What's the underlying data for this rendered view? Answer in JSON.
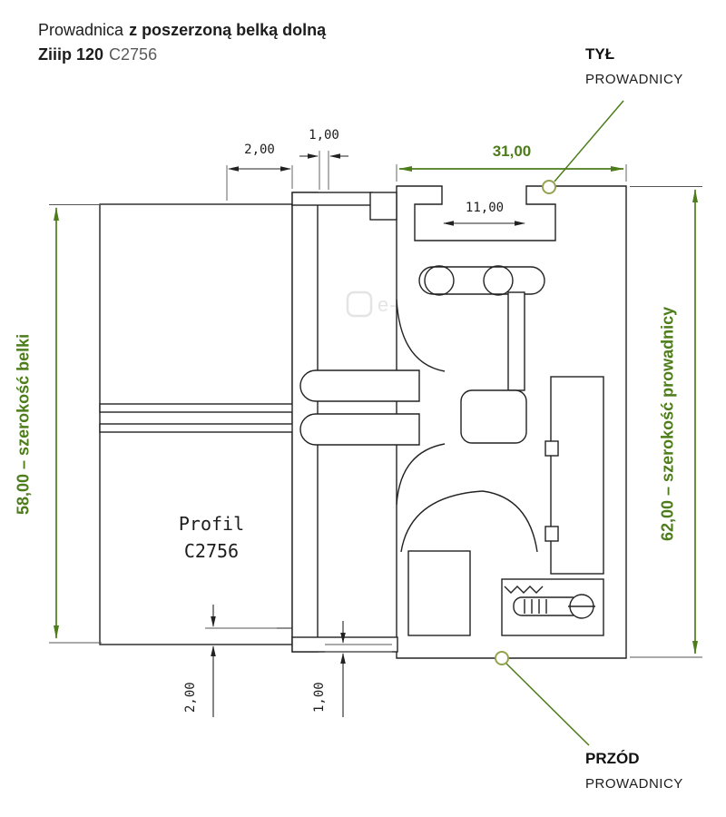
{
  "header": {
    "title_regular": "Prowadnica",
    "title_bold": "z poszerzoną belką dolną",
    "subtitle_bold": "Ziiip 120",
    "subtitle_regular": "C2756"
  },
  "callouts": {
    "back": {
      "label": "TYŁ",
      "sublabel": "PROWADNICY"
    },
    "front": {
      "label": "PRZÓD",
      "sublabel": "PROWADNICY"
    }
  },
  "dimensions": {
    "rail_top_width": "31,00",
    "slot_width": "11,00",
    "top_thickness_a": "2,00",
    "top_thickness_b": "1,00",
    "bottom_thickness_a": "2,00",
    "bottom_thickness_b": "1,00",
    "beam_width_label": "58,00 – szerokość belki",
    "rail_width_label": "62,00 – szerokość prowadnicy"
  },
  "drawing": {
    "profile_name_line1": "Profil",
    "profile_name_line2": "C2756"
  },
  "watermark": {
    "text": "e-"
  },
  "colors": {
    "dimension_green": "#4d7c1a",
    "marker_olive": "#93a34e",
    "line_color": "#222222"
  }
}
